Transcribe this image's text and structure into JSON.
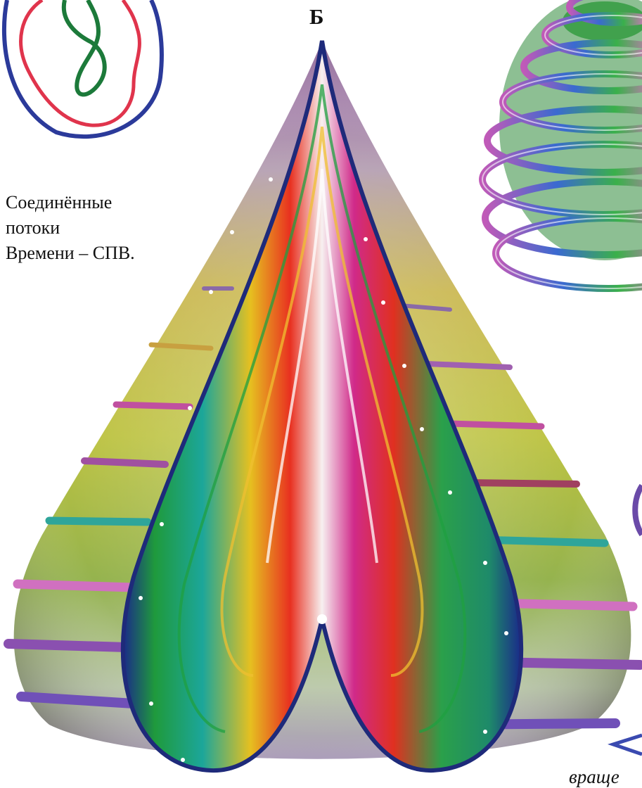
{
  "heading": "Б",
  "caption": {
    "line1": "Соединённые",
    "line2": "потоки",
    "line3": "Времени – СПВ."
  },
  "bottom_fragment": "враще",
  "colors": {
    "cone_gold": "#c9b23a",
    "cone_green": "#7fa83a",
    "cone_purple": "#8a5a9a",
    "stream_red": "#e02424",
    "stream_green": "#1aa03a",
    "stream_blue": "#2a3a9a",
    "ring_pink": "#d070c0",
    "ring_teal": "#2fa59a",
    "spiral_blue": "#3a6ad0",
    "inset_blue": "#2b3a9a",
    "inset_red": "#e0344c",
    "inset_green": "#1c7a3a"
  },
  "icons": {
    "cone": "time-cone-illustration",
    "spiral": "spiral-rings-illustration",
    "loops": "nested-loops-diagram"
  }
}
